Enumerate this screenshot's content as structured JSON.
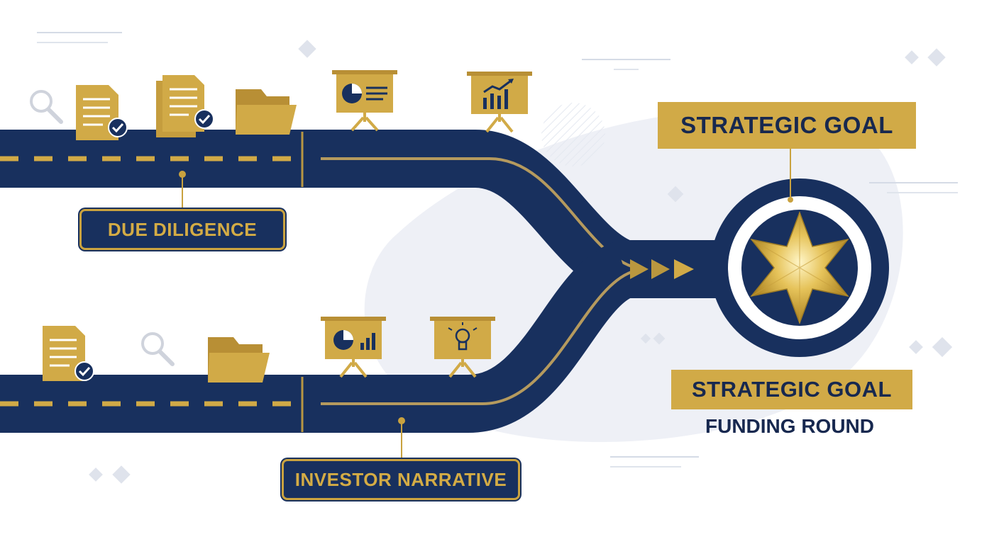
{
  "labels": {
    "due_diligence": "DUE DILIGENCE",
    "investor_narrative": "INVESTOR NARRATIVE",
    "strategic_goal_top": "STRATEGIC GOAL",
    "strategic_goal_bottom": "STRATEGIC GOAL",
    "funding_round": "FUNDING ROUND"
  },
  "icons": {
    "top_path": [
      "search-icon",
      "document-check-icon",
      "documents-check-icon",
      "folder-icon",
      "presentation-pie-chart-icon",
      "presentation-line-chart-icon"
    ],
    "bottom_path": [
      "document-check-icon",
      "search-icon",
      "folder-icon",
      "presentation-pie-chart-icon",
      "presentation-lightbulb-icon"
    ],
    "goal": "star-target-icon"
  },
  "colors": {
    "navy": "#18305e",
    "gold": "#d1aa47",
    "background": "#ffffff"
  }
}
